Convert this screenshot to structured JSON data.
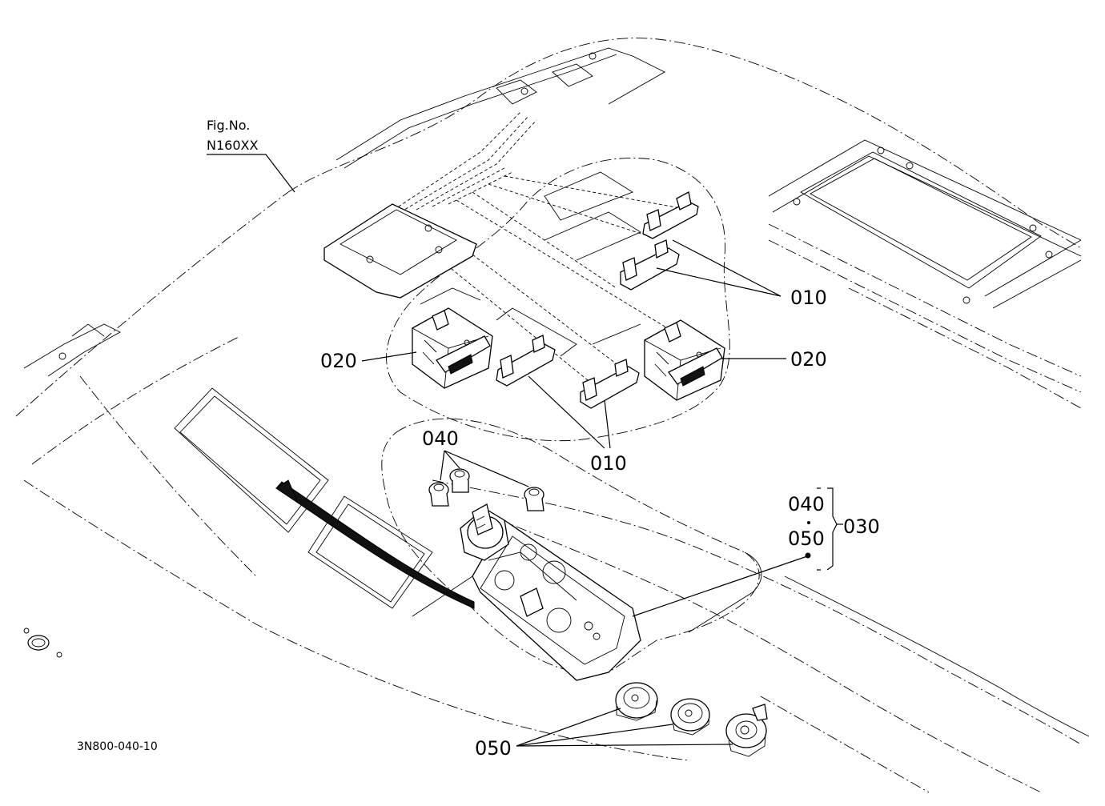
{
  "figure": {
    "fig_label_line1": "Fig.No.",
    "fig_label_line2": "N160XX",
    "drawing_code": "3N800-040-10"
  },
  "callouts": {
    "c010_right": "010",
    "c010_bottom": "010",
    "c020_left": "020",
    "c020_right": "020",
    "c040_top": "040",
    "c040_group": "040",
    "c050_group": "050",
    "c030": "030",
    "c050_bottom": "050"
  },
  "colors": {
    "line": "#000000",
    "background": "#ffffff"
  }
}
